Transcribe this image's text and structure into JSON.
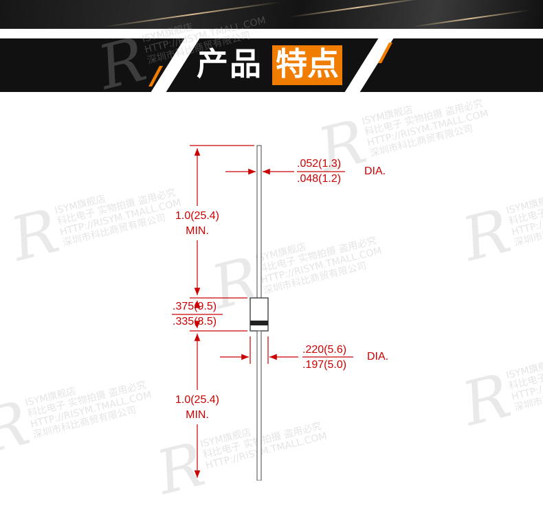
{
  "banner": {
    "title_part1": "产品",
    "title_part2": "特点",
    "accent_color": "#f07d00"
  },
  "watermark": {
    "logo_glyph": "R",
    "line1": "ISYM旗舰店",
    "line2": "科比电子 实物拍摄 盗用必究",
    "line3": "HTTP://RISYM.TMALL.COM",
    "line4": "深圳市科比商贸有限公司"
  },
  "dimensions": {
    "lead_diameter": {
      "upper": ".052(1.3)",
      "lower": ".048(1.2)",
      "suffix": "DIA."
    },
    "lead_length_top": {
      "value": "1.0(25.4)",
      "note": "MIN."
    },
    "body_length": {
      "upper": ".375(9.5)",
      "lower": ".335(8.5)"
    },
    "body_diameter": {
      "upper": ".220(5.6)",
      "lower": ".197(5.0)",
      "suffix": "DIA."
    },
    "lead_length_bottom": {
      "value": "1.0(25.4)",
      "note": "MIN."
    }
  },
  "colors": {
    "dimension_red": "#cc0000",
    "outline": "#444444"
  }
}
